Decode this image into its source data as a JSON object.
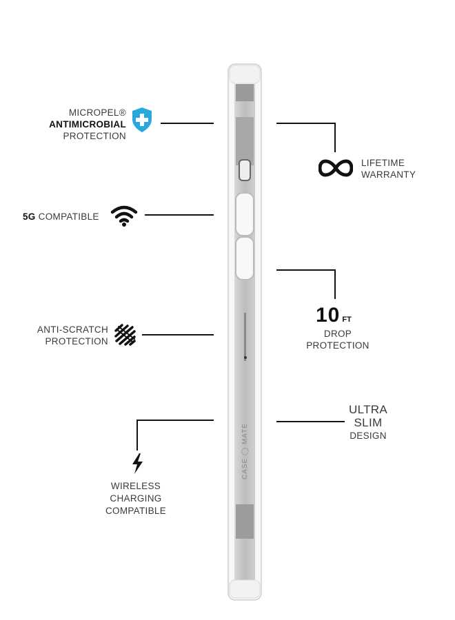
{
  "features": {
    "antimicrobial": {
      "line1": "MICROPEL®",
      "line2": "ANTIMICROBIAL",
      "line3": "PROTECTION",
      "icon": "shield-plus-icon",
      "icon_color": "#29a8e0"
    },
    "lifetime": {
      "line1": "LIFETIME",
      "line2": "WARRANTY",
      "icon": "infinity-icon"
    },
    "five_g": {
      "strong": "5G",
      "rest": "COMPATIBLE",
      "icon": "wifi-icon"
    },
    "drop": {
      "number": "10",
      "unit": "FT",
      "line1": "DROP",
      "line2": "PROTECTION"
    },
    "scratch": {
      "line1": "ANTI-SCRATCH",
      "line2": "PROTECTION",
      "icon": "scratch-icon"
    },
    "slim": {
      "line1": "ULTRA",
      "line2": "SLIM",
      "line3": "DESIGN"
    },
    "wireless": {
      "line1": "WIRELESS",
      "line2": "CHARGING",
      "line3": "COMPATIBLE",
      "icon": "lightning-icon"
    }
  },
  "brand": {
    "left": "CASE",
    "right": "MATE"
  }
}
